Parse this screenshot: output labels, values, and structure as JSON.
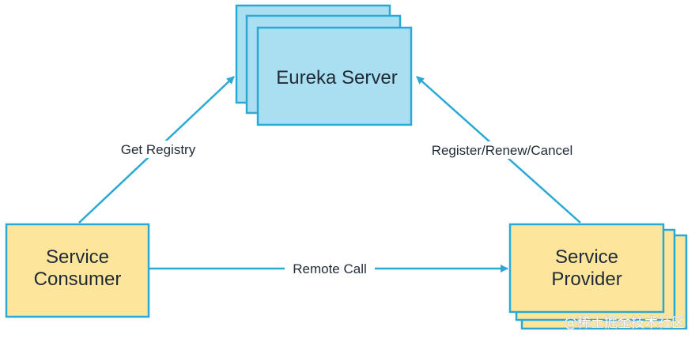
{
  "colors": {
    "edge": "#2aa9d4",
    "server_fill": "#a9dff1",
    "server_stroke": "#2aa9d4",
    "node_fill": "#fde59b",
    "node_stroke": "#2aa9d4",
    "text": "#1f2a36"
  },
  "nodes": {
    "server": {
      "label": "Eureka Server"
    },
    "consumer": {
      "label_line1": "Service",
      "label_line2": "Consumer"
    },
    "provider": {
      "label_line1": "Service",
      "label_line2": "Provider"
    }
  },
  "edges": {
    "get_registry": {
      "label": "Get Registry"
    },
    "register": {
      "label": "Register/Renew/Cancel"
    },
    "remote_call": {
      "label": "Remote Call"
    }
  },
  "watermark": "@稀土掘金技术社区"
}
